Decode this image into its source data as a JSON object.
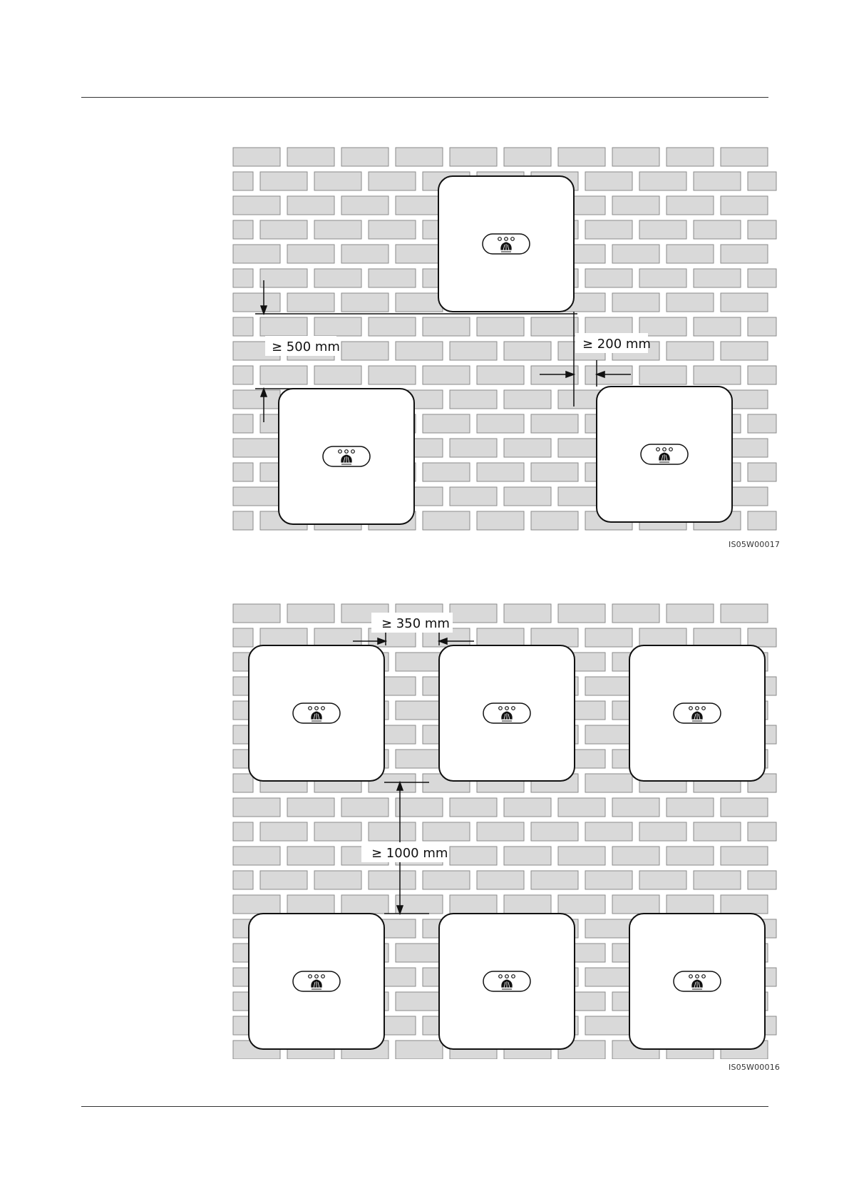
{
  "figure_1": {
    "code": "IS05W00017",
    "vertical_clearance": "≥ 500 mm",
    "horizontal_clearance": "≥ 200 mm"
  },
  "figure_2": {
    "code": "IS05W00016",
    "horizontal_clearance": "≥ 350 mm",
    "vertical_clearance": "≥ 1000 mm"
  },
  "colors": {
    "brick_fill": "#d9d9d9",
    "brick_stroke": "#8a8a8a",
    "outline": "#111111",
    "rule": "#333333"
  },
  "icons": [
    "inverter-unit",
    "indicator-led-icon",
    "brand-logo-icon",
    "arrow-icon"
  ]
}
